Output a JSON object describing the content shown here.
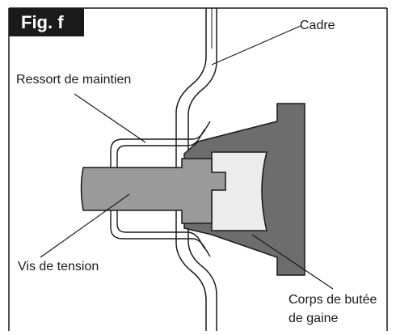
{
  "figure": {
    "tag": "Fig. f",
    "labels": {
      "cadre": "Cadre",
      "ressort": "Ressort de maintien",
      "vis": "Vis de tension",
      "corps_line1": "Corps de butée",
      "corps_line2": "de gaine"
    }
  },
  "colors": {
    "dark_part": "#6d6d6d",
    "screw": "#9a9a9a",
    "inner": "#ececec",
    "ink": "#1a1a1a"
  }
}
